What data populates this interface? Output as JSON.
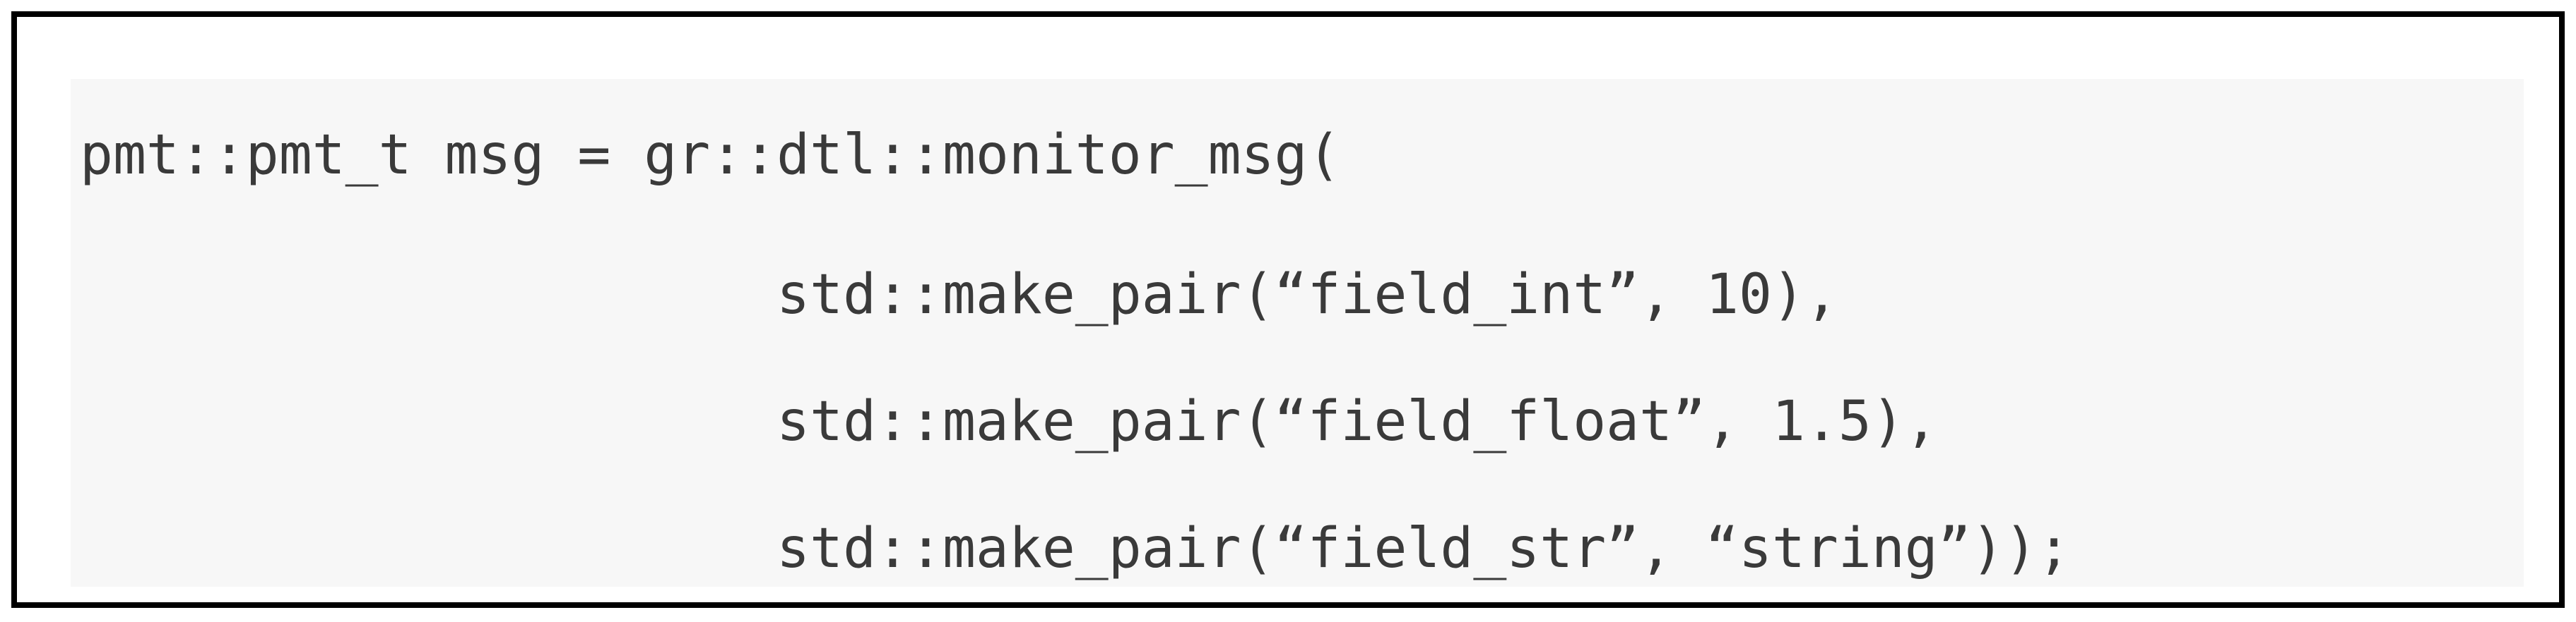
{
  "figure": {
    "kind": "code-listing-figure",
    "background_color": "#ffffff",
    "border_color": "#000000",
    "code_background_color": "#f7f7f7",
    "code_text_color": "#3a3a3a",
    "language": "cpp"
  },
  "code": {
    "full_text": "pmt::pmt_t msg = gr::dtl::monitor_msg(\n                     std::make_pair(“field_int”, 10),\n                     std::make_pair(“field_float”, 1.5),\n                     std::make_pair(“field_str”, “string”));",
    "lines": [
      "pmt::pmt_t msg = gr::dtl::monitor_msg(",
      "                     std::make_pair(“field_int”, 10),",
      "                     std::make_pair(“field_float”, 1.5),",
      "                     std::make_pair(“field_str”, “string”));"
    ]
  }
}
